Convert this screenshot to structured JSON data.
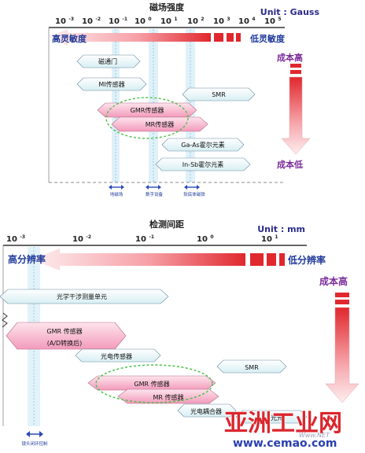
{
  "top": {
    "title": "磁场强度",
    "unit": "Unit : Gauss",
    "ticks": [
      "-3",
      "-2",
      "-1",
      "0",
      "1",
      "2",
      "3",
      "4",
      "5"
    ],
    "high": "高灵敏度",
    "low": "低灵敏度",
    "cost_high": "成本高",
    "cost_low": "成本低",
    "bars": [
      {
        "name": "磁通门",
        "kind": "blue"
      },
      {
        "name": "MI传感器",
        "kind": "blue"
      },
      {
        "name": "SMR",
        "kind": "blue"
      },
      {
        "name": "GMR传感器",
        "kind": "pink"
      },
      {
        "name": "MR传感器",
        "kind": "pink"
      },
      {
        "name": "Ga-As霍尔元素",
        "kind": "blue"
      },
      {
        "name": "In-Sb霍尔元素",
        "kind": "blue"
      }
    ],
    "markers": [
      "地磁场",
      "数字设备",
      "软底体磁铁"
    ]
  },
  "bottom": {
    "title": "检测间距",
    "unit": "Unit : mm",
    "ticks": [
      "-3",
      "-2",
      "-1",
      "0",
      "1"
    ],
    "high": "高分辨率",
    "low": "低分辨率",
    "cost_high": "成本高",
    "bars": [
      {
        "name": "光学干涉测量单元",
        "kind": "blue"
      },
      {
        "name": "GMR 传感器",
        "kind": "pink"
      },
      {
        "name": "(A/D转换后)",
        "kind": "pink"
      },
      {
        "name": "光电传感器",
        "kind": "blue"
      },
      {
        "name": "SMR",
        "kind": "blue"
      },
      {
        "name": "GMR 传感器",
        "kind": "pink"
      },
      {
        "name": "MR 传感器",
        "kind": "pink"
      },
      {
        "name": "光电耦合器",
        "kind": "blue"
      },
      {
        "name": "光元",
        "kind": "blue"
      }
    ],
    "marker": "镜头闭环控制"
  },
  "watermark": {
    "cn": "亚洲工业网",
    "url": "www.cemao.com",
    "logo": "Www.NET"
  },
  "colors": {
    "arrow_red": "#e0282e",
    "arrow_pink": "#fbe0e3",
    "band_blue": "#d4ecf7",
    "pink_bar": "#f6b0c8",
    "blue_bar": "#e9f6f8",
    "text_blue": "#1f3a9a",
    "cost_purple": "#7a2a9a"
  }
}
